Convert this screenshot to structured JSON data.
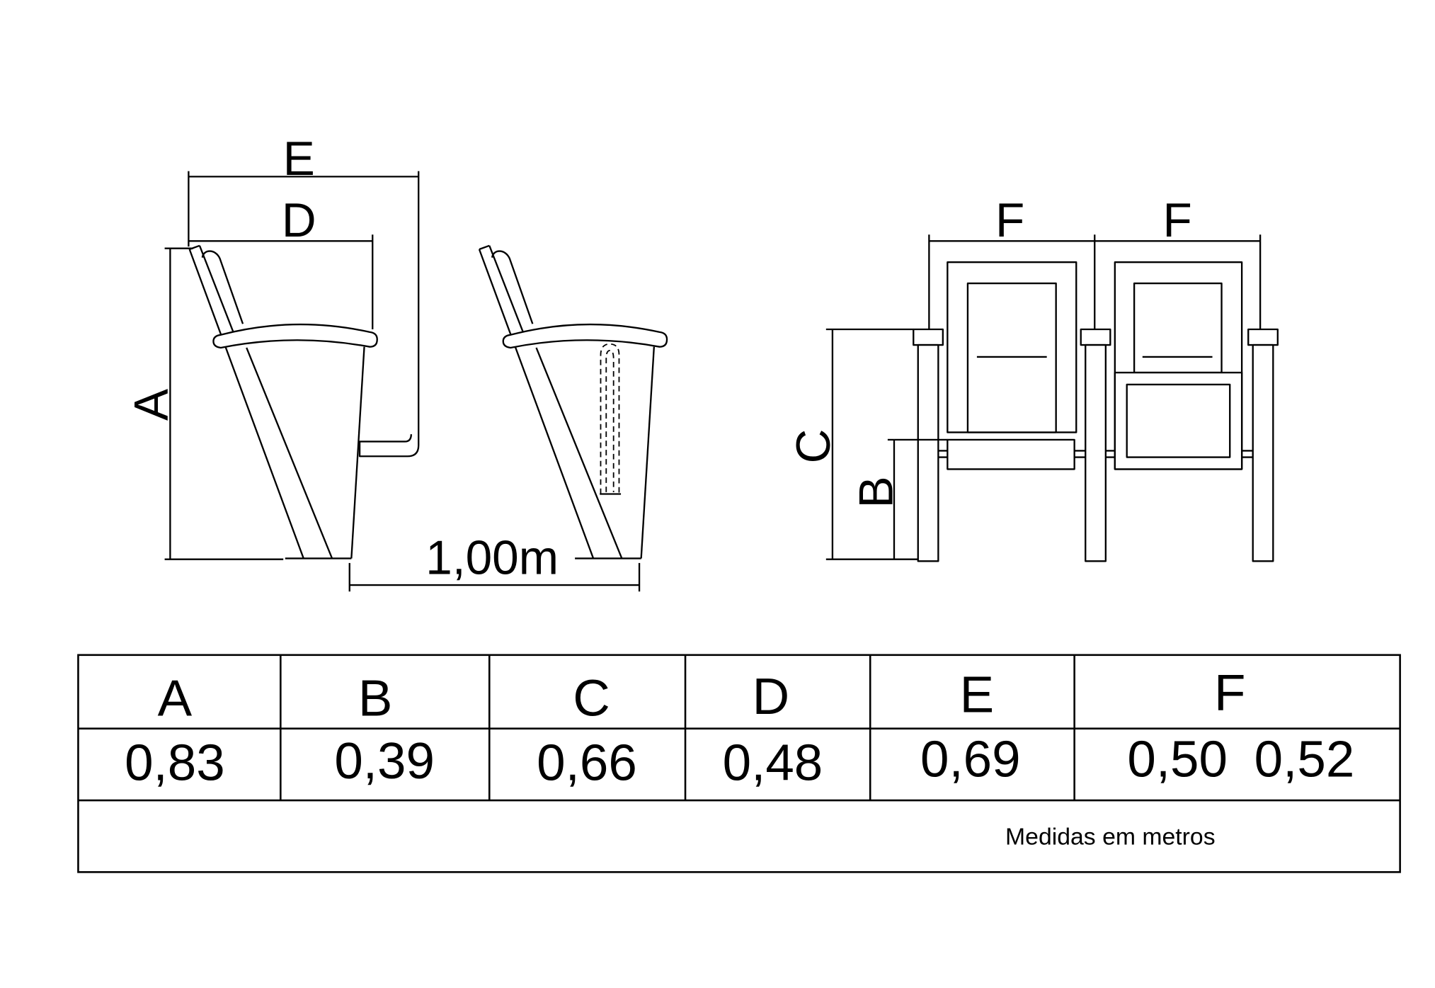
{
  "drawing": {
    "side_view": {
      "dim_e_label": "E",
      "dim_d_label": "D",
      "dim_a_label": "A",
      "row_spacing_label": "1,00m"
    },
    "front_view": {
      "dim_f_left_label": "F",
      "dim_f_right_label": "F",
      "dim_c_label": "C",
      "dim_b_label": "B"
    }
  },
  "table": {
    "columns": [
      {
        "header": "A",
        "values": [
          "0,83"
        ]
      },
      {
        "header": "B",
        "values": [
          "0,39"
        ]
      },
      {
        "header": "C",
        "values": [
          "0,66"
        ]
      },
      {
        "header": "D",
        "values": [
          "0,48"
        ]
      },
      {
        "header": "E",
        "values": [
          "0,69"
        ]
      },
      {
        "header": "F",
        "values": [
          "0,50",
          "0,52"
        ]
      }
    ],
    "footnote": "Medidas em metros"
  }
}
